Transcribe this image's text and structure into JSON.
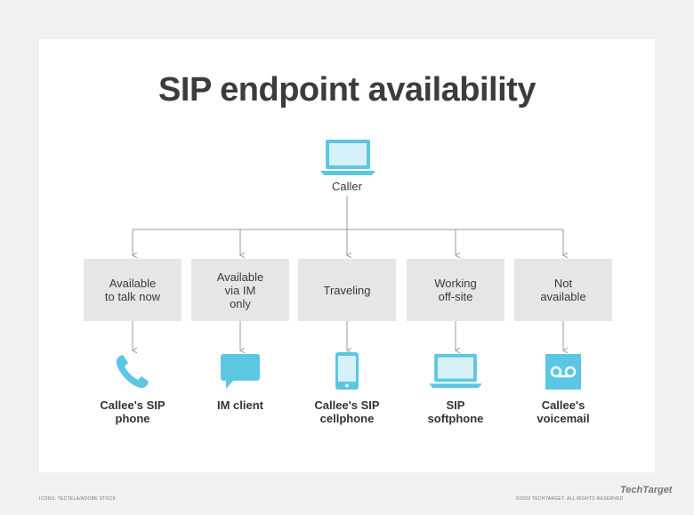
{
  "title": "SIP endpoint availability",
  "caller": {
    "label": "Caller",
    "icon": "laptop-icon"
  },
  "branches": [
    {
      "status": "Available\nto talk now",
      "endpoint": "Callee's SIP\nphone",
      "icon": "phone-icon"
    },
    {
      "status": "Available\nvia IM\nonly",
      "endpoint": "IM client",
      "icon": "chat-bubble-icon"
    },
    {
      "status": "Traveling",
      "endpoint": "Callee's SIP\ncellphone",
      "icon": "cellphone-icon"
    },
    {
      "status": "Working\noff-site",
      "endpoint": "SIP\nsoftphone",
      "icon": "laptop-icon"
    },
    {
      "status": "Not\navailable",
      "endpoint": "Callee's\nvoicemail",
      "icon": "voicemail-icon"
    }
  ],
  "footer": {
    "credit": "ICONS: TECTELA/ADOBE STOCK",
    "copyright": "©2020 TECHTARGET. ALL RIGHTS RESERVED",
    "logo": "TechTarget"
  },
  "colors": {
    "icon": "#5bc7e3",
    "icon_light": "#d6f1f8",
    "box": "#e6e6e6",
    "line": "#9a9a9a"
  }
}
